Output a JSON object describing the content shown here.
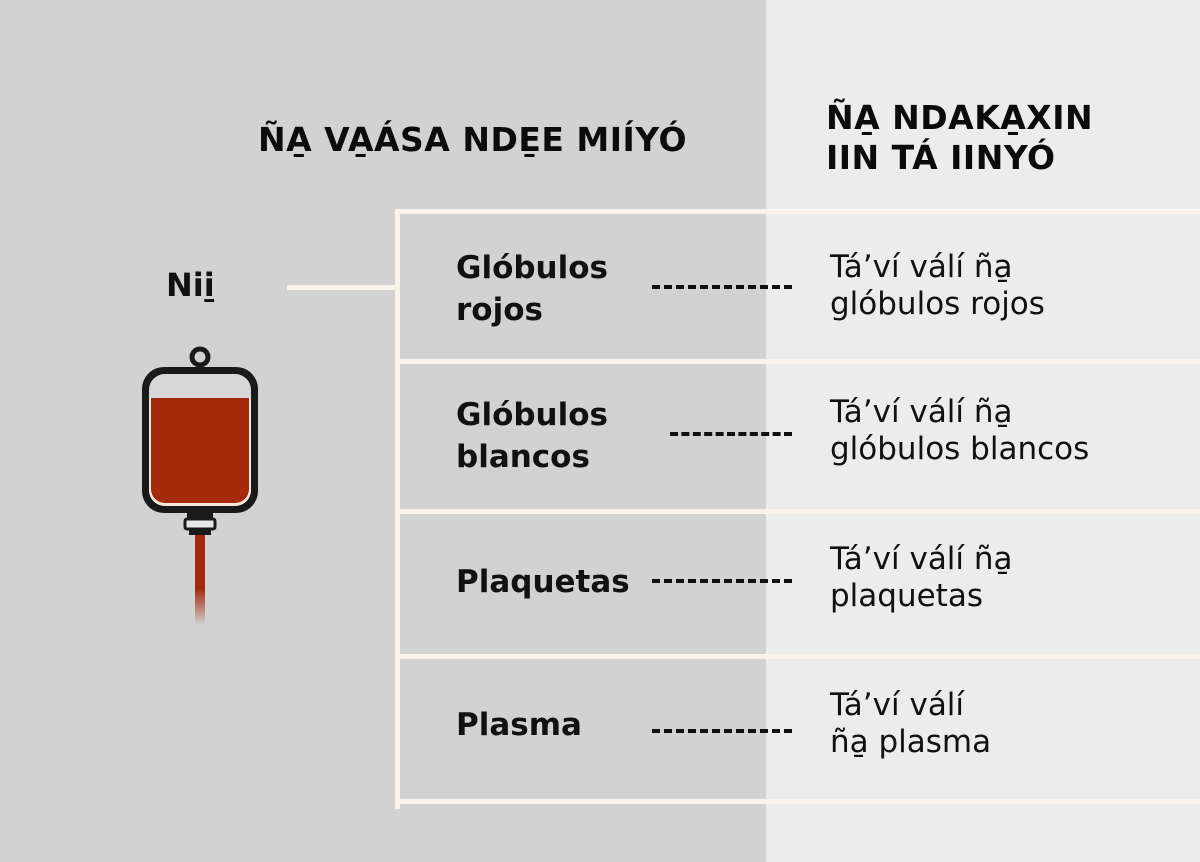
{
  "headings": {
    "left": "ÑA̱ VA̱ÁSA NDE̱E MIÍYÓ",
    "right_line1": "ÑA̱ NDAKA̱XIN",
    "right_line2": "IIN TÁ IINYÓ"
  },
  "source": {
    "label": "Nii̱",
    "icon": "blood-bag-icon"
  },
  "colors": {
    "background_left": "#d2d2d2",
    "background_right": "#ececec",
    "lines": "#f8f4ec",
    "blood": "#a52a0c",
    "text": "#111111"
  },
  "components": [
    {
      "name": "Glóbulos\nrojos",
      "line1": "Glóbulos",
      "line2": "rojos",
      "desc1": "Tá’ví válí ña̱",
      "desc2": "glóbulos rojos"
    },
    {
      "name": "Glóbulos\nblancos",
      "line1": "Glóbulos",
      "line2": "blancos",
      "desc1": "Tá’ví válí ña̱",
      "desc2": "glóbulos blancos"
    },
    {
      "name": "Plaquetas",
      "line1": "Plaquetas",
      "line2": "",
      "desc1": "Tá’ví válí ña̱",
      "desc2": "plaquetas"
    },
    {
      "name": "Plasma",
      "line1": "Plasma",
      "line2": "",
      "desc1": "Tá’ví válí",
      "desc2": "ña̱ plasma"
    }
  ]
}
